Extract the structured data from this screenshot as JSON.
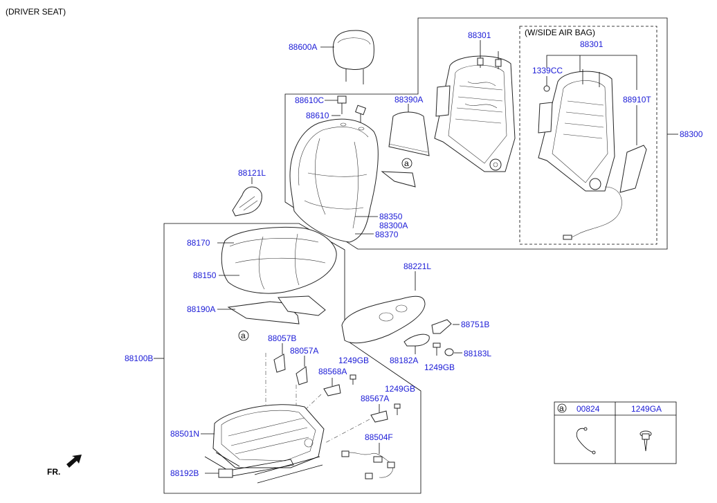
{
  "header": {
    "title": "(DRIVER SEAT)"
  },
  "parts": {
    "headrest": "88600A",
    "guide_88610C": "88610C",
    "guide_88610": "88610",
    "back_cover": "88390A",
    "frame_88301": "88301",
    "side_airbag_note": "(W/SIDE AIR BAG)",
    "frame_88301_airbag": "88301",
    "clip_1339CC": "1339CC",
    "airbag_88910T": "88910T",
    "back_assy": "88300",
    "lever_88121L": "88121L",
    "back_88350": "88350",
    "back_88300A": "88300A",
    "back_88370": "88370",
    "cushion_88170": "88170",
    "cushion_88150": "88150",
    "mat_88190A": "88190A",
    "cover_88221L": "88221L",
    "knob_88751B": "88751B",
    "bracket_88057B": "88057B",
    "bracket_88057A": "88057A",
    "handle_88182A": "88182A",
    "cap_88183L": "88183L",
    "screw_1249GB_a": "1249GB",
    "screw_1249GB_b": "1249GB",
    "screw_1249GB_c": "1249GB",
    "cushion_assy": "88100B",
    "bracket_88568A": "88568A",
    "bracket_88567A": "88567A",
    "frame_88501N": "88501N",
    "harness_88504F": "88504F",
    "cover_88192B": "88192B"
  },
  "callout_marker": "a",
  "legend": {
    "marker": "a",
    "col1": "00824",
    "col2": "1249GA"
  },
  "orientation": {
    "label": "FR."
  }
}
